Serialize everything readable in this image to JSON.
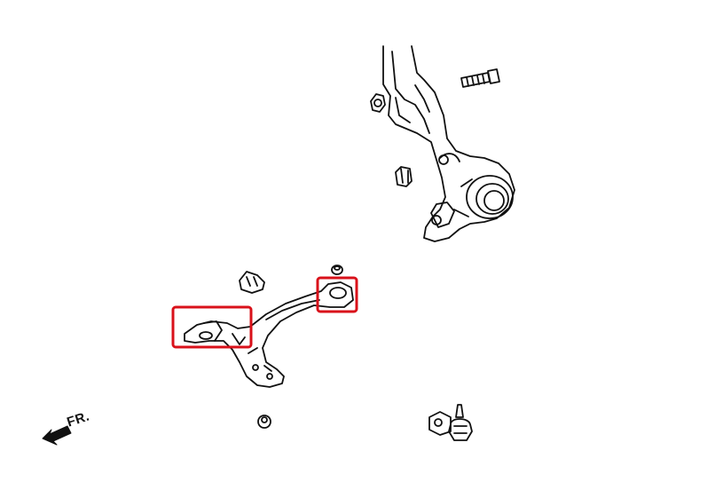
{
  "diagram": {
    "direction_indicator": {
      "label": "FR.",
      "icon": "front-direction-arrow-icon"
    },
    "highlight_color": "#d9111a",
    "line_color": "#111111",
    "highlighted_parts": [
      "front-bushing-highlight",
      "rear-bushing-highlight"
    ]
  }
}
